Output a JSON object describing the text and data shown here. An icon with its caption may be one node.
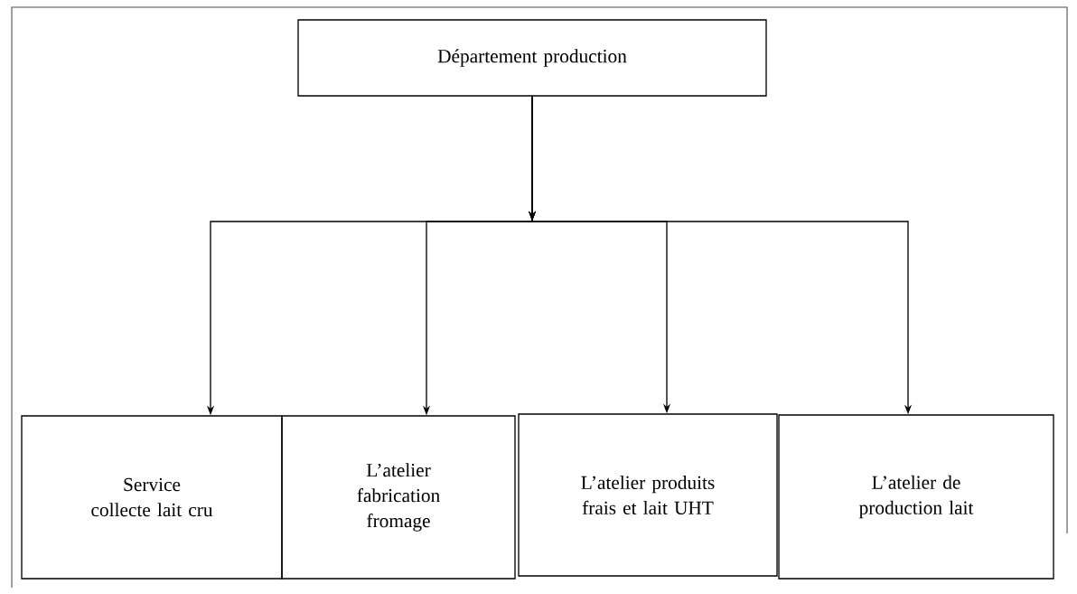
{
  "diagram": {
    "nodes": [
      {
        "text": [
          "Département production"
        ]
      },
      {
        "text": [
          "Service collecte lait cru"
        ]
      },
      {
        "text": [
          "L’atelier fabrication fromage"
        ]
      },
      {
        "text": [
          "L’atelier produits frais et lait UHT"
        ]
      },
      {
        "text": [
          "L’atelier de production lait"
        ]
      }
    ],
    "edges": [
      {
        "from": 0,
        "to": 1,
        "arrow": "to"
      },
      {
        "from": 0,
        "to": 2,
        "arrow": "to"
      },
      {
        "from": 0,
        "to": 3,
        "arrow": "to"
      },
      {
        "from": 0,
        "to": 4,
        "arrow": "to"
      }
    ]
  }
}
